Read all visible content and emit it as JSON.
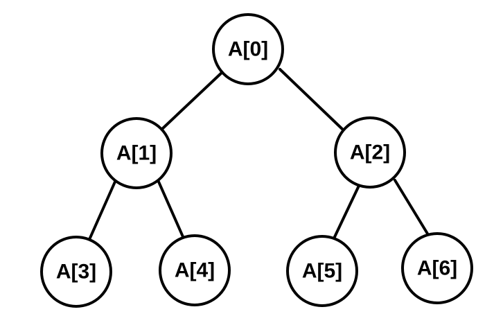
{
  "tree": {
    "nodes": [
      {
        "id": "0",
        "label": "A[0]"
      },
      {
        "id": "1",
        "label": "A[1]"
      },
      {
        "id": "2",
        "label": "A[2]"
      },
      {
        "id": "3",
        "label": "A[3]"
      },
      {
        "id": "4",
        "label": "A[4]"
      },
      {
        "id": "5",
        "label": "A[5]"
      },
      {
        "id": "6",
        "label": "A[6]"
      }
    ],
    "edges": [
      {
        "from": "0",
        "to": "1"
      },
      {
        "from": "0",
        "to": "2"
      },
      {
        "from": "1",
        "to": "3"
      },
      {
        "from": "1",
        "to": "4"
      },
      {
        "from": "2",
        "to": "5"
      },
      {
        "from": "2",
        "to": "6"
      }
    ]
  },
  "colors": {
    "stroke": "#000000",
    "fill": "#ffffff",
    "text": "#000000"
  }
}
